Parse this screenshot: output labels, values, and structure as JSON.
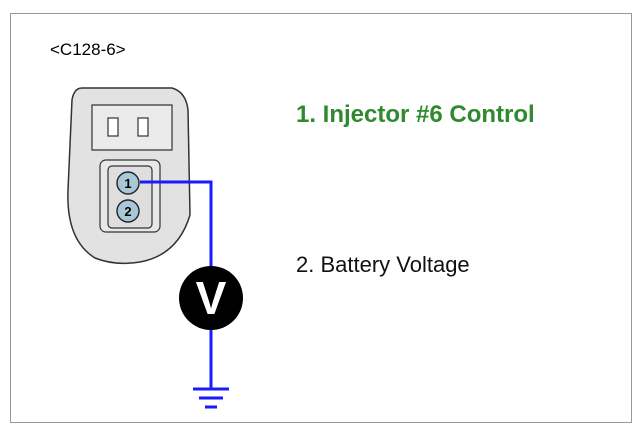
{
  "connector": {
    "id": "<C128-6>"
  },
  "pins": [
    {
      "number": "1",
      "label": "1. Injector #6 Control"
    },
    {
      "number": "2",
      "label": "2. Battery Voltage"
    }
  ],
  "meter": {
    "symbol": "V"
  },
  "colors": {
    "wire": "#1a1aff",
    "pin1_label": "#2f8a2f",
    "pin_fill": "#a8c8d8"
  }
}
